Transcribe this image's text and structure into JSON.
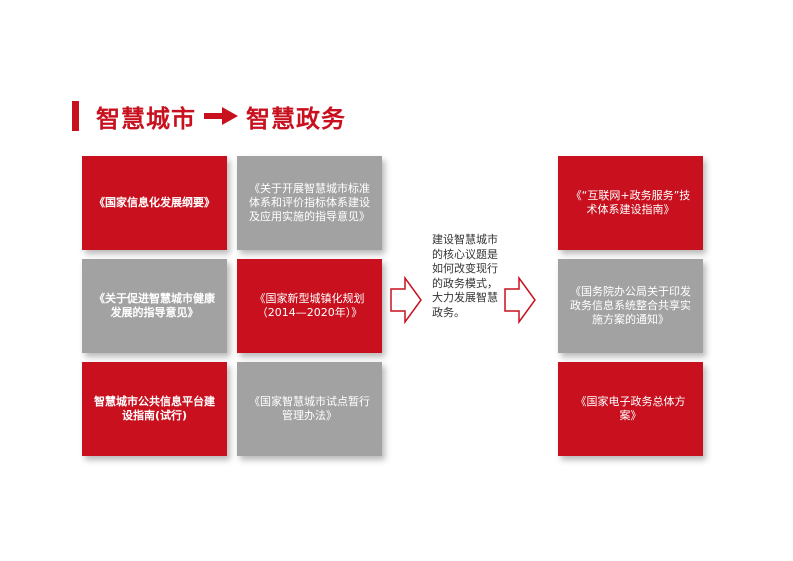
{
  "title": {
    "left": "智慧城市",
    "right": "智慧政务"
  },
  "left_grid": [
    {
      "text": "《国家信息化发展纲要》",
      "style": "red"
    },
    {
      "text": "《关于开展智慧城市标准体系和评价指标体系建设及应用实施的指导意见》",
      "style": "gray"
    },
    {
      "text": "《关于促进智慧城市健康发展的指导意见》",
      "style": "gray"
    },
    {
      "text": "《国家新型城镇化规划（2014—2020年）》",
      "style": "red"
    },
    {
      "text": "智慧城市公共信息平台建设指南(试行)",
      "style": "red"
    },
    {
      "text": "《国家智慧城市试点暂行管理办法》",
      "style": "gray"
    }
  ],
  "center_text": "建设智慧城市的核心议题是如何改变现行的政务模式，大力发展智慧政务。",
  "right_column": [
    {
      "text": "《“互联网+政务服务”技术体系建设指南》",
      "style": "red"
    },
    {
      "text": "《国务院办公局关于印发政务信息系统整合共享实施方案的通知》",
      "style": "gray"
    },
    {
      "text": "《国家电子政务总体方案》",
      "style": "red"
    }
  ],
  "colors": {
    "red": "#c8101e",
    "gray": "#a2a2a2",
    "arrow_outline": "#c8101e"
  },
  "icons": {
    "title_arrow": "right-arrow-icon",
    "flow_arrow": "hollow-right-arrow-icon"
  }
}
